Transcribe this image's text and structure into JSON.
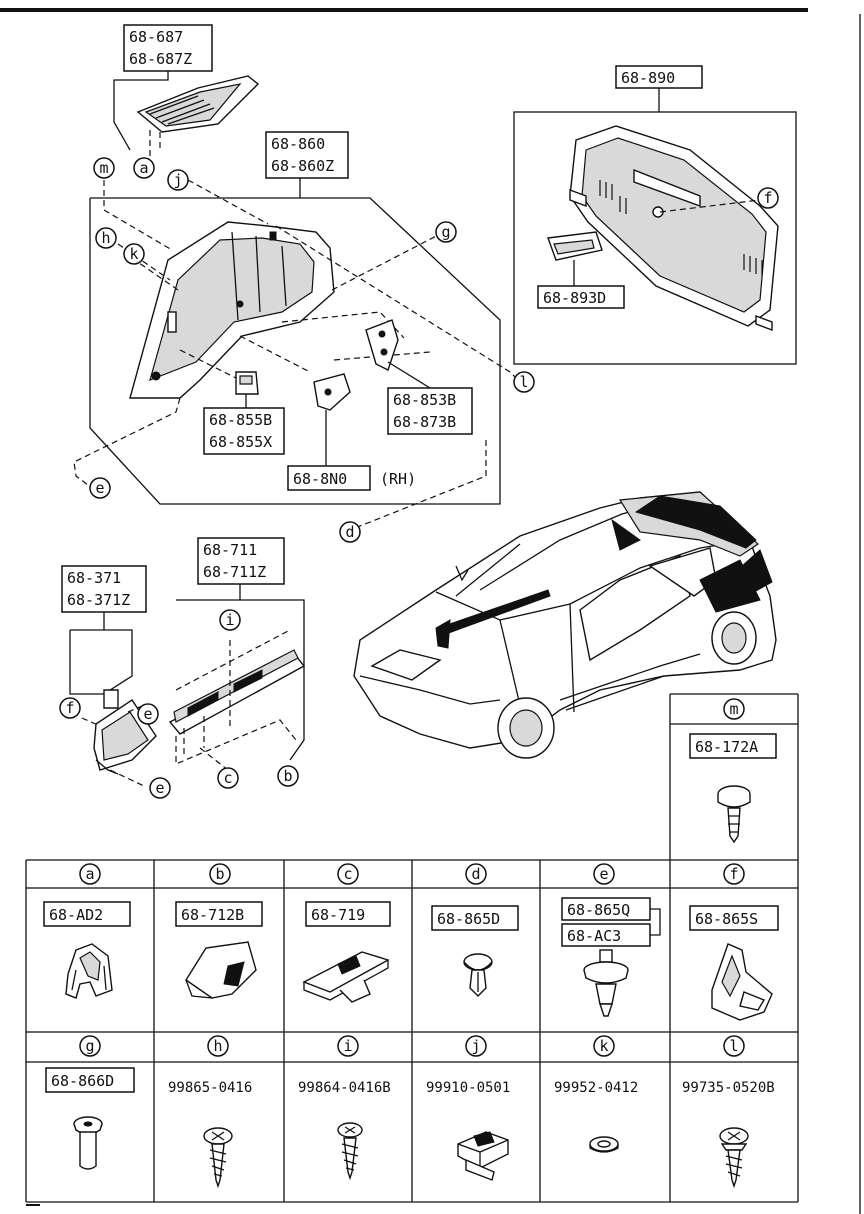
{
  "diagram": {
    "callouts": {
      "a_cover": [
        "68-687",
        "68-687Z"
      ],
      "side_trim": [
        "68-860",
        "68-860Z"
      ],
      "rear_panel": "68-890",
      "rear_clip": "68-893D",
      "plug_l": [
        "68-855B",
        "68-855X"
      ],
      "plug_r": [
        "68-853B",
        "68-873B"
      ],
      "plug_n": "68-8N0",
      "plug_n_side": "(RH)",
      "sill": [
        "68-711",
        "68-711Z"
      ],
      "kick": [
        "68-371",
        "68-371Z"
      ]
    },
    "letters": {
      "a": "a",
      "b": "b",
      "c": "c",
      "d": "d",
      "e": "e",
      "f": "f",
      "g": "g",
      "h": "h",
      "i": "i",
      "j": "j",
      "k": "k",
      "l": "l",
      "m": "m"
    },
    "parts_table": [
      {
        "key": "m",
        "part": "68-172A",
        "icon": "push-clip-icon"
      },
      {
        "key": "a",
        "part": "68-AD2",
        "icon": "retainer-nut-icon"
      },
      {
        "key": "b",
        "part": "68-712B",
        "icon": "bracket-icon"
      },
      {
        "key": "c",
        "part": "68-719",
        "icon": "slide-clip-icon"
      },
      {
        "key": "d",
        "part": "68-865D",
        "icon": "pin-clip-icon"
      },
      {
        "key": "e",
        "part": "68-865Q",
        "part2": "68-AC3",
        "icon": "screw-clip-icon"
      },
      {
        "key": "f",
        "part": "68-865S",
        "icon": "spring-clip-icon"
      },
      {
        "key": "g",
        "part": "68-866D",
        "icon": "rivet-icon"
      },
      {
        "key": "h",
        "part": "99865-0416",
        "icon": "tapping-screw-icon"
      },
      {
        "key": "i",
        "part": "99864-0416B",
        "icon": "tapping-screw-icon"
      },
      {
        "key": "j",
        "part": "99910-0501",
        "icon": "square-nut-icon"
      },
      {
        "key": "k",
        "part": "99952-0412",
        "icon": "washer-icon"
      },
      {
        "key": "l",
        "part": "99735-0520B",
        "icon": "flange-screw-icon"
      }
    ]
  }
}
